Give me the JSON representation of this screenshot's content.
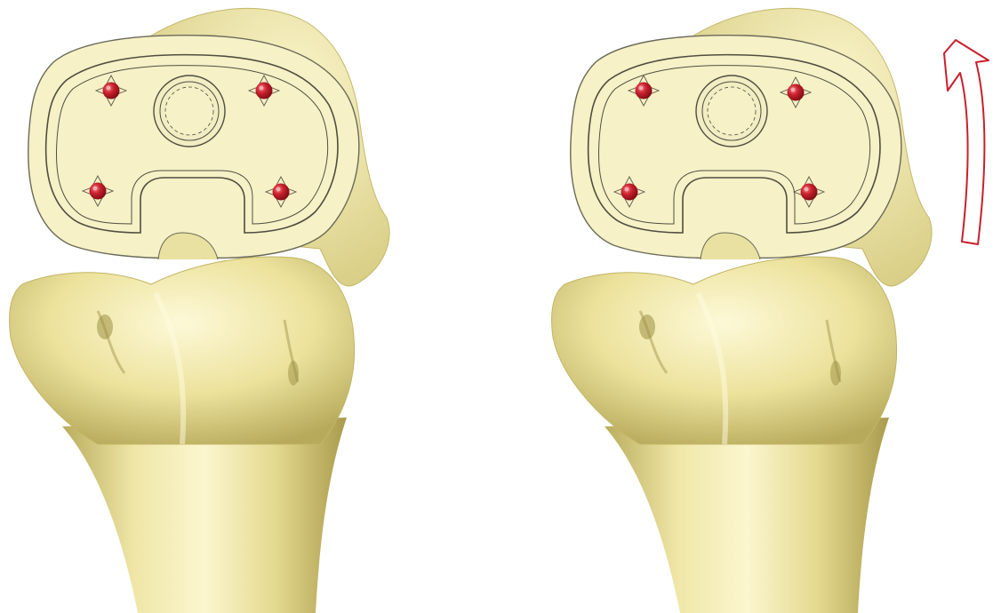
{
  "colors": {
    "background": "#ffffff",
    "bone": "#f2ecb0",
    "bone_light": "#fbf7cf",
    "bone_mid": "#e6dc93",
    "bone_dark": "#b5a85a",
    "bone_shadow": "#8f8444",
    "implant": "#f6f1c6",
    "implant_stroke": "#5b5a4a",
    "marker": "#c8202c",
    "marker_dark": "#8f0f18",
    "arrow": "#c8202c"
  },
  "scenes": [
    {
      "id": "left",
      "marker_count": 4,
      "has_rotation_arrow": false
    },
    {
      "id": "right",
      "marker_count": 4,
      "has_rotation_arrow": true
    }
  ],
  "icons": {
    "rotation_arrow": "curved-arrow-icon",
    "marker": "sphere-marker-icon"
  }
}
